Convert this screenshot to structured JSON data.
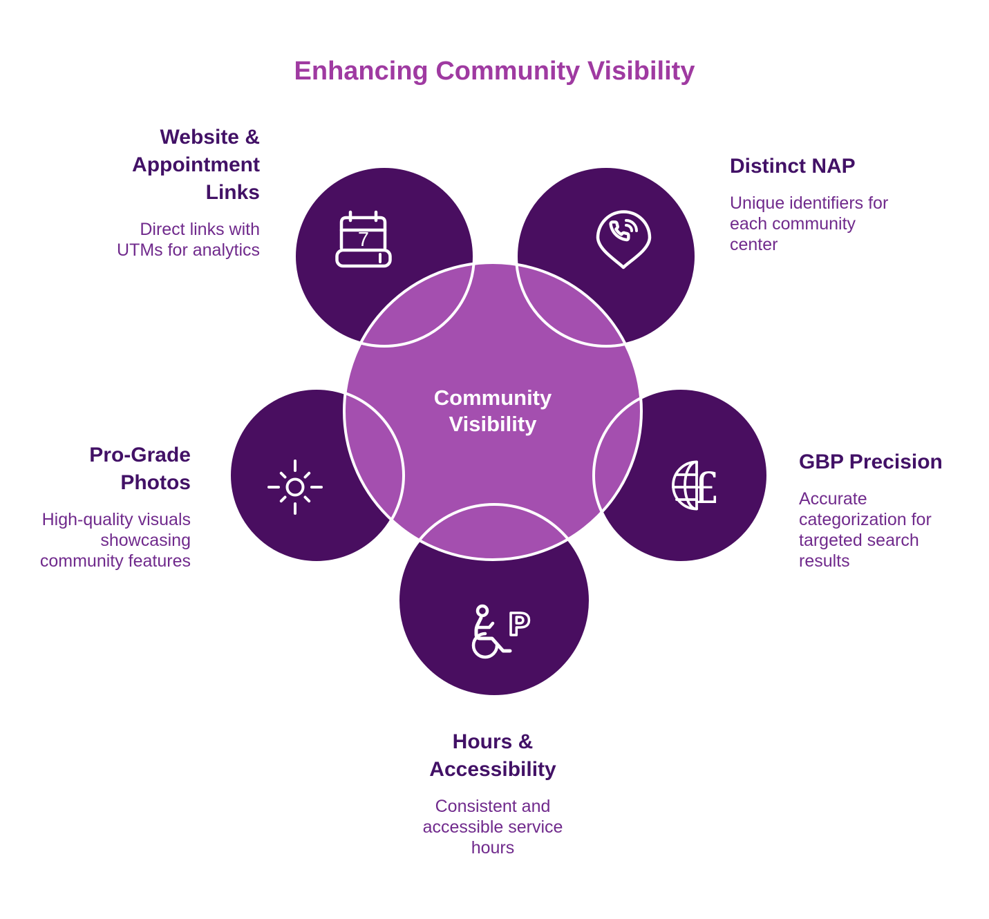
{
  "title": "Enhancing Community Visibility",
  "center": {
    "label": "Community\nVisibility"
  },
  "nodes": [
    {
      "id": "website-appointment-links",
      "title": "Website &\nAppointment\nLinks",
      "description": "Direct links with\nUTMs for analytics",
      "icon": "calendar-icon"
    },
    {
      "id": "distinct-nap",
      "title": "Distinct NAP",
      "description": "Unique identifiers for\neach community\ncenter",
      "icon": "phone-location-pin-icon"
    },
    {
      "id": "pro-grade-photos",
      "title": "Pro-Grade\nPhotos",
      "description": "High-quality visuals\nshowcasing\ncommunity features",
      "icon": "sun-brightness-icon"
    },
    {
      "id": "gbp-precision",
      "title": "GBP Precision",
      "description": "Accurate\ncategorization for\ntargeted search\nresults",
      "icon": "globe-pound-icon"
    },
    {
      "id": "hours-accessibility",
      "title": "Hours &\nAccessibility",
      "description": "Consistent and\naccessible service\nhours",
      "icon": "wheelchair-parking-icon"
    }
  ],
  "icon_glyphs": {
    "calendar_day": "7",
    "pound_symbol": "£",
    "parking_letter": "P"
  },
  "colors": {
    "title": "#9F3AA1",
    "node_title": "#421166",
    "node_description": "#702A8C",
    "satellite_fill": "#490E60",
    "center_fill": "#A44FAF",
    "outline_stroke": "#FFFFFF",
    "icon_stroke": "#FFFFFF"
  }
}
